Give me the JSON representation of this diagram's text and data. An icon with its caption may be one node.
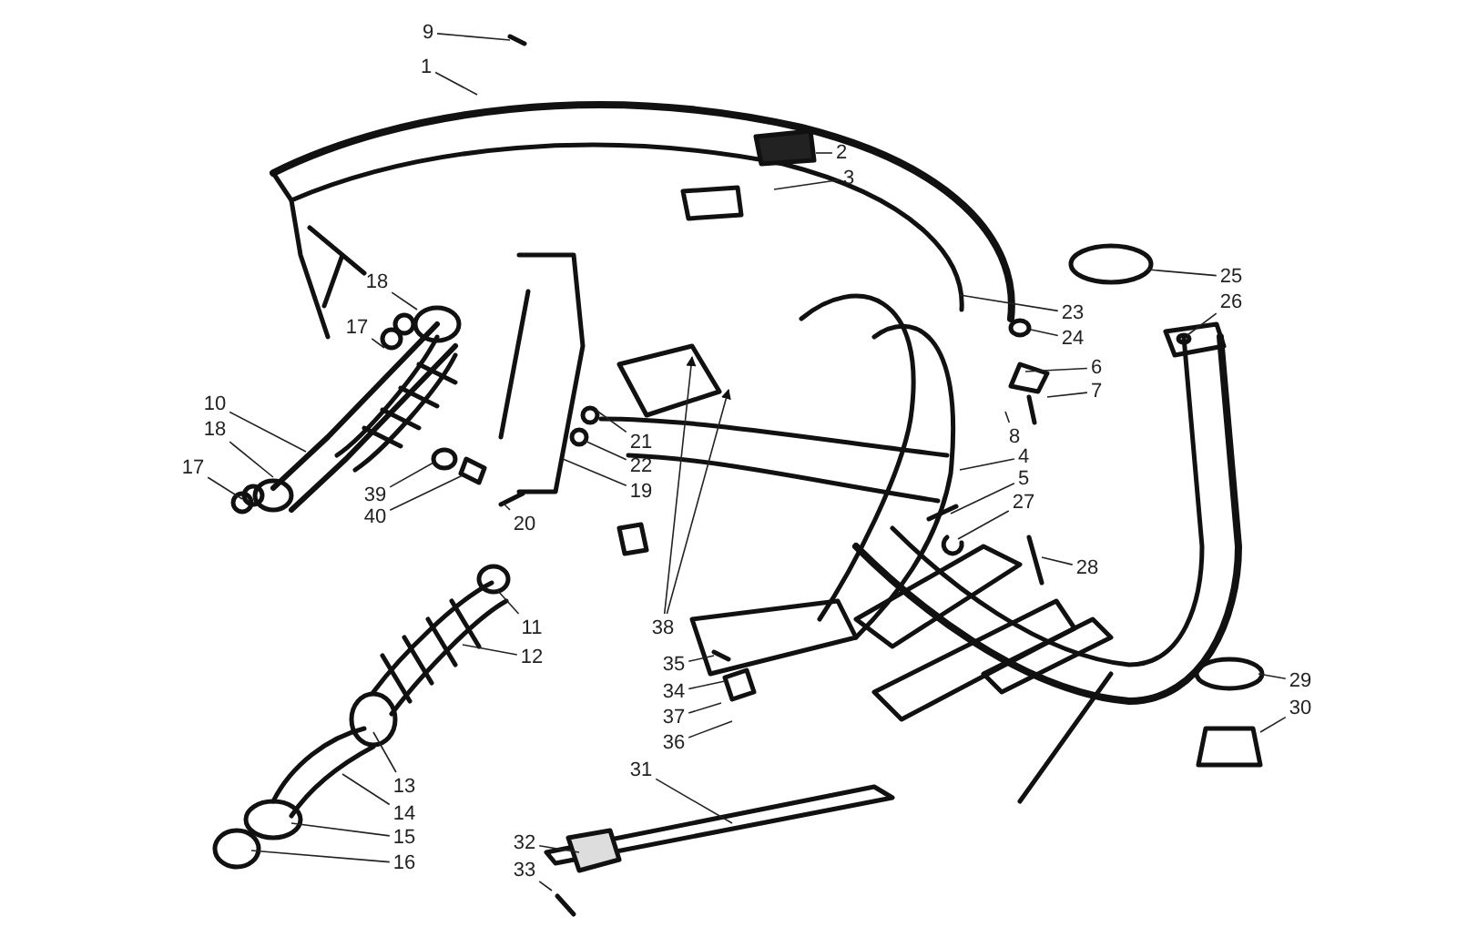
{
  "diagram": {
    "nodes": [
      {
        "text": [
          "9"
        ]
      },
      {
        "text": [
          "1"
        ]
      },
      {
        "text": [
          "2"
        ]
      },
      {
        "text": [
          "3"
        ]
      },
      {
        "text": [
          "25"
        ]
      },
      {
        "text": [
          "18"
        ]
      },
      {
        "text": [
          "26"
        ]
      },
      {
        "text": [
          "23"
        ]
      },
      {
        "text": [
          "17"
        ]
      },
      {
        "text": [
          "24"
        ]
      },
      {
        "text": [
          "6"
        ]
      },
      {
        "text": [
          "7"
        ]
      },
      {
        "text": [
          "10"
        ]
      },
      {
        "text": [
          "18"
        ]
      },
      {
        "text": [
          "8"
        ]
      },
      {
        "text": [
          "21"
        ]
      },
      {
        "text": [
          "4"
        ]
      },
      {
        "text": [
          "17"
        ]
      },
      {
        "text": [
          "22"
        ]
      },
      {
        "text": [
          "5"
        ]
      },
      {
        "text": [
          "19"
        ]
      },
      {
        "text": [
          "39"
        ]
      },
      {
        "text": [
          "27"
        ]
      },
      {
        "text": [
          "20"
        ]
      },
      {
        "text": [
          "40"
        ]
      },
      {
        "text": [
          "28"
        ]
      },
      {
        "text": [
          "11"
        ]
      },
      {
        "text": [
          "38"
        ]
      },
      {
        "text": [
          "12"
        ]
      },
      {
        "text": [
          "35"
        ]
      },
      {
        "text": [
          "29"
        ]
      },
      {
        "text": [
          "34"
        ]
      },
      {
        "text": [
          "30"
        ]
      },
      {
        "text": [
          "37"
        ]
      },
      {
        "text": [
          "36"
        ]
      },
      {
        "text": [
          "31"
        ]
      },
      {
        "text": [
          "13"
        ]
      },
      {
        "text": [
          "14"
        ]
      },
      {
        "text": [
          "15"
        ]
      },
      {
        "text": [
          "32"
        ]
      },
      {
        "text": [
          "16"
        ]
      },
      {
        "text": [
          "33"
        ]
      }
    ],
    "edges": [
      {
        "from": 0,
        "to": null,
        "arrow": "none"
      },
      {
        "from": 1,
        "to": null,
        "arrow": "none"
      },
      {
        "from": 2,
        "to": null,
        "arrow": "none"
      },
      {
        "from": 3,
        "to": null,
        "arrow": "none"
      },
      {
        "from": 4,
        "to": null,
        "arrow": "none"
      },
      {
        "from": 5,
        "to": null,
        "arrow": "none"
      },
      {
        "from": 6,
        "to": null,
        "arrow": "none"
      },
      {
        "from": 7,
        "to": null,
        "arrow": "none"
      },
      {
        "from": 8,
        "to": null,
        "arrow": "none"
      },
      {
        "from": 9,
        "to": null,
        "arrow": "none"
      },
      {
        "from": 10,
        "to": null,
        "arrow": "none"
      },
      {
        "from": 11,
        "to": null,
        "arrow": "none"
      },
      {
        "from": 12,
        "to": null,
        "arrow": "none"
      },
      {
        "from": 13,
        "to": null,
        "arrow": "none"
      },
      {
        "from": 14,
        "to": null,
        "arrow": "none"
      },
      {
        "from": 15,
        "to": null,
        "arrow": "none"
      },
      {
        "from": 16,
        "to": null,
        "arrow": "none"
      },
      {
        "from": 17,
        "to": null,
        "arrow": "none"
      },
      {
        "from": 18,
        "to": null,
        "arrow": "none"
      },
      {
        "from": 19,
        "to": null,
        "arrow": "none"
      },
      {
        "from": 20,
        "to": null,
        "arrow": "none"
      },
      {
        "from": 21,
        "to": null,
        "arrow": "none"
      },
      {
        "from": 22,
        "to": null,
        "arrow": "none"
      },
      {
        "from": 23,
        "to": null,
        "arrow": "none"
      },
      {
        "from": 24,
        "to": null,
        "arrow": "none"
      },
      {
        "from": 25,
        "to": null,
        "arrow": "none"
      },
      {
        "from": 26,
        "to": null,
        "arrow": "none"
      },
      {
        "from": 27,
        "to": null,
        "arrow": "to"
      },
      {
        "from": 27,
        "to": null,
        "arrow": "to"
      },
      {
        "from": 28,
        "to": null,
        "arrow": "none"
      },
      {
        "from": 29,
        "to": null,
        "arrow": "none"
      },
      {
        "from": 30,
        "to": null,
        "arrow": "none"
      },
      {
        "from": 31,
        "to": null,
        "arrow": "none"
      },
      {
        "from": 32,
        "to": null,
        "arrow": "none"
      },
      {
        "from": 33,
        "to": null,
        "arrow": "none"
      },
      {
        "from": 34,
        "to": null,
        "arrow": "none"
      },
      {
        "from": 35,
        "to": null,
        "arrow": "none"
      },
      {
        "from": 36,
        "to": null,
        "arrow": "none"
      },
      {
        "from": 37,
        "to": null,
        "arrow": "none"
      },
      {
        "from": 38,
        "to": null,
        "arrow": "none"
      },
      {
        "from": 39,
        "to": null,
        "arrow": "none"
      },
      {
        "from": 40,
        "to": null,
        "arrow": "none"
      },
      {
        "from": 41,
        "to": null,
        "arrow": "none"
      }
    ]
  }
}
